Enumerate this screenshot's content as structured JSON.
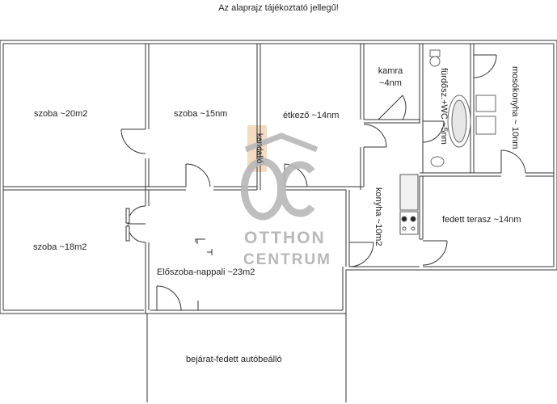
{
  "note": "Az alaprajz tájékoztató jellegű!",
  "rooms": {
    "szoba_20": "szoba ~20m2",
    "szoba_15": "szoba ~15nm",
    "etkezo": "étkező ~14nm",
    "kamra_name": "kamra",
    "kamra_size": "~4nm",
    "furdo": "fürdősz.+WC ~5nm",
    "mosokonyha": "mosókonyha ~ 10nm",
    "szoba_18": "szoba ~18m2",
    "eloszoba": "Előszoba-nappali ~23m2",
    "konyha": "konyha ~10m2",
    "fedett_terasz": "fedett terasz ~14nm",
    "bejarat": "bejárat-fedett autóbeálló",
    "kandallo": "kandalló"
  },
  "watermark": {
    "logo": "OC",
    "line1": "OTTHON",
    "line2": "CENTRUM"
  },
  "colors": {
    "wall": "#9a9a9a",
    "line": "#333333",
    "fireplace": "#f3dcc2",
    "watermark": "#b8b8b8"
  }
}
